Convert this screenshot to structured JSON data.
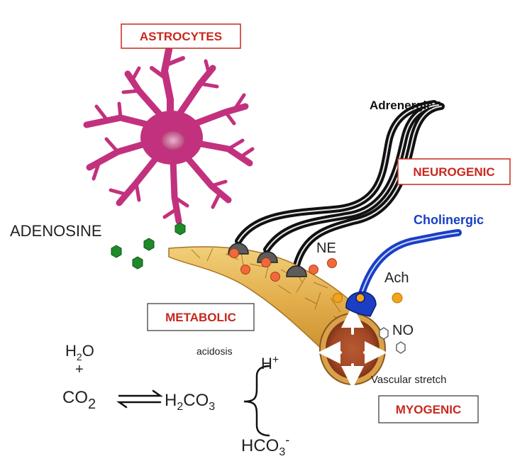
{
  "boxes": {
    "astrocytes": "ASTROCYTES",
    "neurogenic": "NEUROGENIC",
    "metabolic": "METABOLIC",
    "myogenic": "MYOGENIC"
  },
  "labels": {
    "adrenergic": "Adrenergic",
    "cholinergic": "Cholinergic",
    "adenosine": "ADENOSINE",
    "ne": "NE",
    "ach": "Ach",
    "no": "NO",
    "acidosis": "acidosis",
    "vascular_stretch": "Vascular stretch"
  },
  "equation": {
    "h2o_h": "H",
    "h2o_sub": "2",
    "h2o_o": "O",
    "plus": "+",
    "co2_co": "CO",
    "co2_sub": "2",
    "h2co3_h": "H",
    "h2co3_sub2": "2",
    "h2co3_co": "CO",
    "h2co3_sub3": "3",
    "hplus_h": "H",
    "hplus_sup": "+",
    "hco3_hco": "HCO",
    "hco3_sub": "3",
    "hco3_sup": "-"
  },
  "colors": {
    "box_text": "#c8281e",
    "astrocyte": "#c2317e",
    "adrenergic_nerve": "#111111",
    "cholinergic_nerve": "#1a3fc4",
    "adenosine_marker": "#1e8a2a",
    "ne_marker": "#ee6a3c",
    "ach_marker": "#f3a21c",
    "vessel": "#e3b354"
  }
}
